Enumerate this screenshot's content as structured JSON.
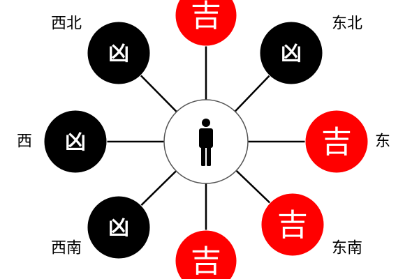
{
  "colors": {
    "auspicious": "#ff0000",
    "inauspicious": "#000000",
    "glyph": "#ffffff",
    "center_fill": "#ffffff",
    "center_stroke": "#555555"
  },
  "center": {
    "icon": "person-icon"
  },
  "nodes": [
    {
      "id": "north",
      "glyph": "吉",
      "kind": "auspicious",
      "label": ""
    },
    {
      "id": "northeast",
      "glyph": "凶",
      "kind": "inauspicious",
      "label": "东北"
    },
    {
      "id": "east",
      "glyph": "吉",
      "kind": "auspicious",
      "label": "东"
    },
    {
      "id": "southeast",
      "glyph": "吉",
      "kind": "auspicious",
      "label": "东南"
    },
    {
      "id": "south",
      "glyph": "吉",
      "kind": "auspicious",
      "label": ""
    },
    {
      "id": "southwest",
      "glyph": "凶",
      "kind": "inauspicious",
      "label": "西南"
    },
    {
      "id": "west",
      "glyph": "凶",
      "kind": "inauspicious",
      "label": "西"
    },
    {
      "id": "northwest",
      "glyph": "凶",
      "kind": "inauspicious",
      "label": "西北"
    }
  ]
}
